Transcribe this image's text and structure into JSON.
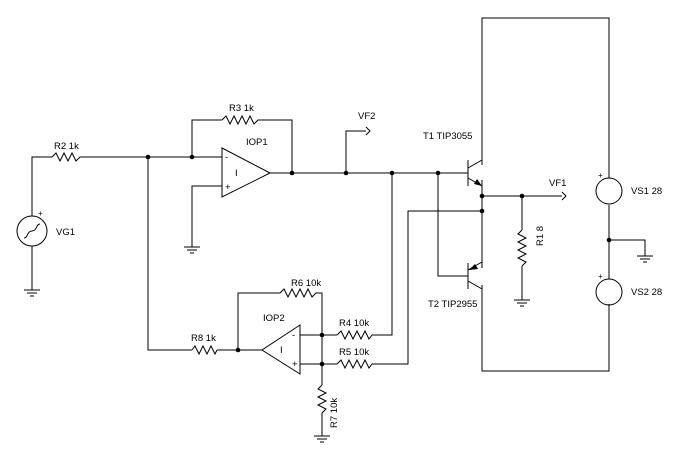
{
  "components": {
    "vg1": {
      "label": "VG1",
      "plus": "+"
    },
    "r2": {
      "label": "R2 1k"
    },
    "r3": {
      "label": "R3 1k"
    },
    "iop1": {
      "label": "IOP1",
      "inv": "-",
      "noninv": "+",
      "body": "I"
    },
    "vf2": {
      "label": "VF2"
    },
    "t1": {
      "label": "T1 TIP3055"
    },
    "t2": {
      "label": "T2 TIP2955"
    },
    "vf1": {
      "label": "VF1"
    },
    "r1": {
      "label": "R1 8"
    },
    "vs1": {
      "label": "VS1 28",
      "plus": "+"
    },
    "vs2": {
      "label": "VS2 28",
      "plus": "+"
    },
    "r6": {
      "label": "R6 10k"
    },
    "iop2": {
      "label": "IOP2",
      "inv": "-",
      "noninv": "+",
      "body": "I"
    },
    "r8": {
      "label": "R8 1k"
    },
    "r4": {
      "label": "R4 10k"
    },
    "r5": {
      "label": "R5 10k"
    },
    "r7": {
      "label": "R7 10k"
    }
  }
}
